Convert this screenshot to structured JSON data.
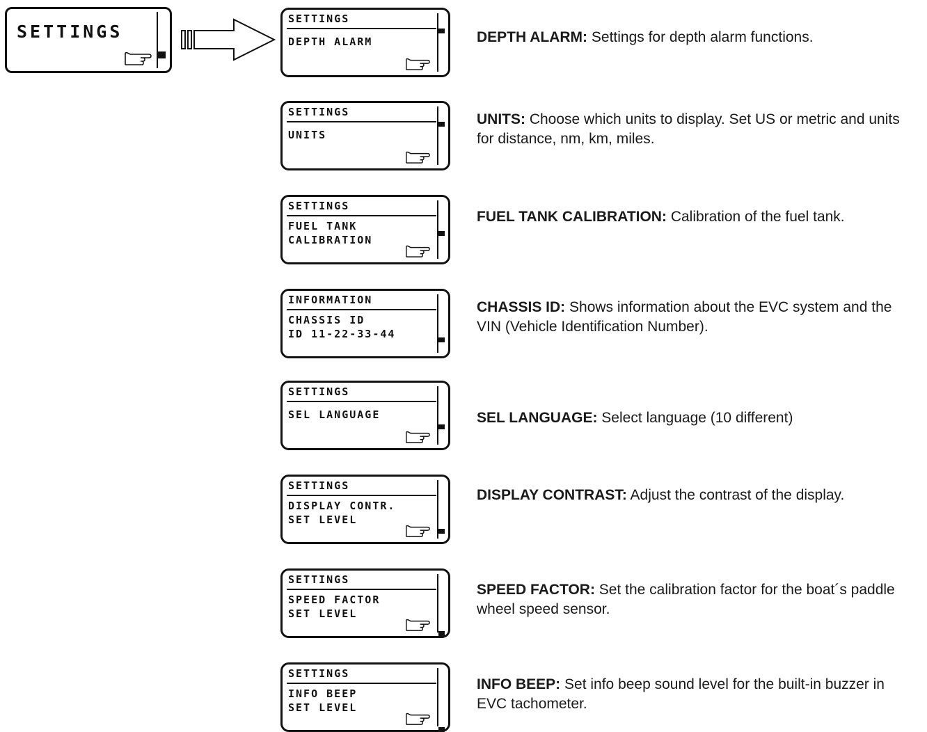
{
  "main_display": {
    "title": "SETTINGS"
  },
  "screens": [
    {
      "header": "SETTINGS",
      "lines": [
        "DEPTH ALARM"
      ],
      "desc_title": "DEPTH ALARM:",
      "desc_text": " Settings for depth alarm functions.",
      "hand": true
    },
    {
      "header": "SETTINGS",
      "lines": [
        "UNITS"
      ],
      "desc_title": "UNITS:",
      "desc_text": " Choose which units to display. Set US or metric and units for distance, nm, km, miles.",
      "hand": true
    },
    {
      "header": "SETTINGS",
      "lines": [
        "FUEL TANK",
        "CALIBRATION"
      ],
      "desc_title": "FUEL TANK CALIBRATION:",
      "desc_text": " Calibration of the fuel tank.",
      "hand": true
    },
    {
      "header": "INFORMATION",
      "lines": [
        "CHASSIS ID",
        "ID 11-22-33-44"
      ],
      "desc_title": "CHASSIS ID:",
      "desc_text": " Shows information about the EVC system and the VIN (Vehicle Identification Number).",
      "hand": false
    },
    {
      "header": "SETTINGS",
      "lines": [
        "SEL LANGUAGE"
      ],
      "desc_title": "SEL LANGUAGE:",
      "desc_text": " Select language (10 different)",
      "hand": true
    },
    {
      "header": "SETTINGS",
      "lines": [
        "DISPLAY CONTR.",
        "SET LEVEL"
      ],
      "desc_title": "DISPLAY CONTRAST:",
      "desc_text": " Adjust the contrast of the display.",
      "hand": true
    },
    {
      "header": "SETTINGS",
      "lines": [
        "SPEED FACTOR",
        "SET LEVEL"
      ],
      "desc_title": "SPEED FACTOR:",
      "desc_text": " Set the calibration factor for the boat´s paddle wheel speed sensor.",
      "hand": true
    },
    {
      "header": "SETTINGS",
      "lines": [
        "INFO BEEP",
        "SET LEVEL"
      ],
      "desc_title": "INFO BEEP:",
      "desc_text": " Set info beep sound level for the built-in buzzer in EVC tachometer.",
      "hand": true
    }
  ],
  "colors": {
    "ink": "#111111",
    "text": "#1a1a1a",
    "background": "#ffffff"
  },
  "icons": {
    "pointer": "pointing-hand-icon",
    "arrow": "arrow-right-icon",
    "scroll": "scrollbar-thumb"
  }
}
